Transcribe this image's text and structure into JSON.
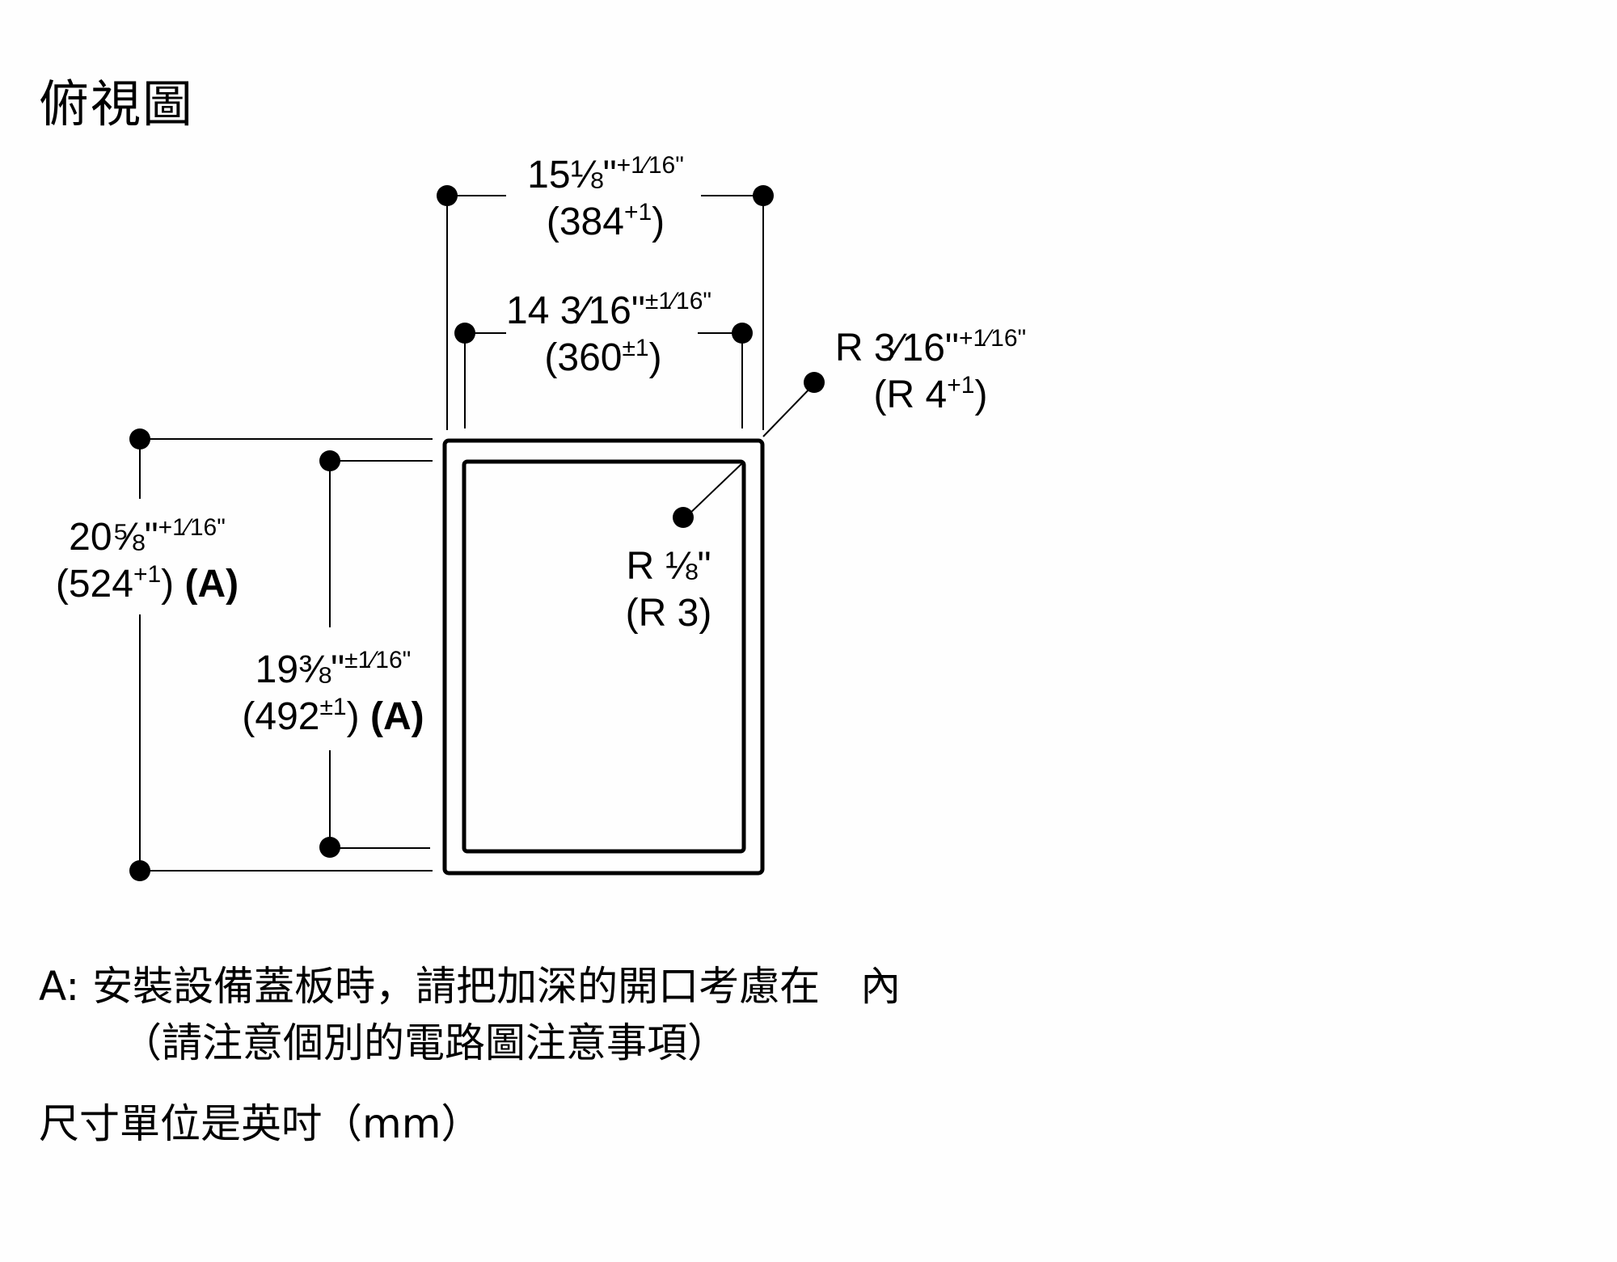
{
  "title": "俯視圖",
  "dimensions": {
    "outer_width": {
      "inch": "15⅛\"",
      "tol_inch": "+1⁄16\"",
      "mm": "(384",
      "tol_mm": "+1",
      "close": ")"
    },
    "inner_width": {
      "inch": "14 3⁄16\"",
      "tol_inch": "±1⁄16\"",
      "mm": "(360",
      "tol_mm": "±1",
      "close": ")"
    },
    "outer_radius": {
      "inch": "R 3⁄16\"",
      "tol_inch": "+1⁄16\"",
      "mm": "(R 4",
      "tol_mm": "+1",
      "close": ")"
    },
    "inner_radius": {
      "inch": "R ⅛\"",
      "mm": "(R 3)"
    },
    "outer_depth": {
      "inch": "20⅝\"",
      "tol_inch": "+1⁄16\"",
      "mm": "(524",
      "tol_mm": "+1",
      "close": ")",
      "note_ref": "(A)"
    },
    "inner_depth": {
      "inch": "19⅜\"",
      "tol_inch": "±1⁄16\"",
      "mm": "(492",
      "tol_mm": "±1",
      "close": ")",
      "note_ref": "(A)"
    }
  },
  "notes": {
    "a_label": "A:",
    "a_line1": "安裝設備蓋板時，請把加深的開口考慮在　內",
    "a_line2": "（請注意個別的電路圖注意事項）",
    "units": "尺寸單位是英吋（mm）"
  }
}
